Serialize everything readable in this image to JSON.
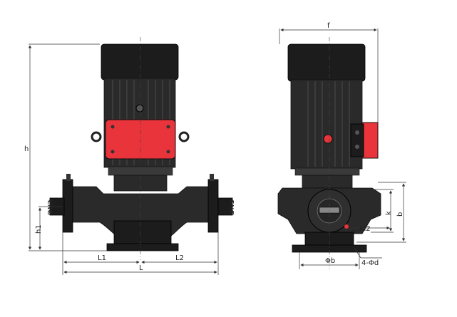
{
  "colors": {
    "red": "#e8343a",
    "body": "#2a2a2a",
    "line": "#333333"
  },
  "labels": {
    "h": "h",
    "h1": "h1",
    "dn2": "DN2",
    "dn1": "DN1",
    "l1": "L1",
    "l2": "L2",
    "l": "L",
    "f": "f",
    "k": "k",
    "b": "b",
    "id2": "Id2",
    "phi_b": "Φb",
    "holes": "4-Φd"
  }
}
